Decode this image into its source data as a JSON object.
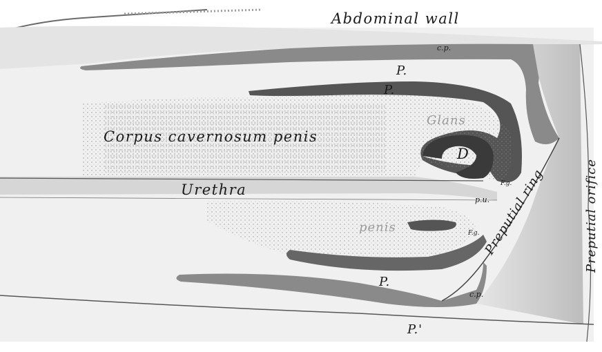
{
  "labels": {
    "abdominal_wall": "Abdominal wall",
    "cp_top": "c.p.",
    "p_top": "P.",
    "p_upper": "P.",
    "glans": "Glans",
    "corpus": "Corpus cavernosum penis",
    "d": "D",
    "urethra": "Urethra",
    "fg_upper": "F.g.",
    "pu": "p.u.",
    "penis": "penis",
    "fg_lower": "F.g.",
    "preputial_ring": "Preputial ring",
    "preputial_orifice": "Preputial orifice",
    "p_lower": "P.",
    "cp_bottom": "c.p.",
    "p_prime": "P.'"
  },
  "colors": {
    "background": "#ffffff",
    "tissue_light": "#ececec",
    "tissue_mid": "#d8d8d8",
    "tissue_dark": "#a8a8a8",
    "ink": "#1a1a1a"
  }
}
